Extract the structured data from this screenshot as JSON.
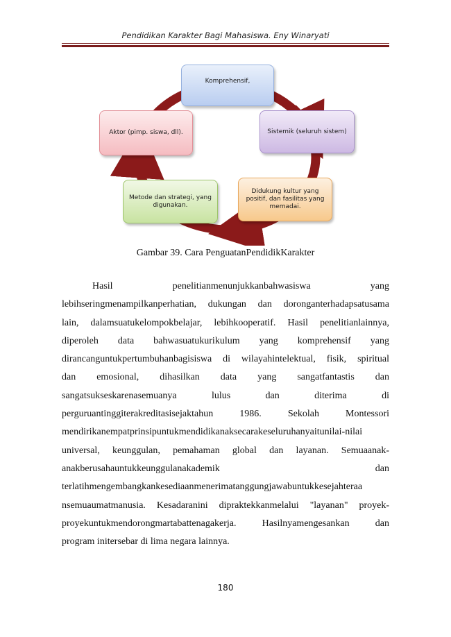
{
  "header": {
    "running_title": "Pendidikan Karakter Bagi Mahasiswa. Eny Winaryati"
  },
  "figure": {
    "nodes": [
      {
        "id": "komprehensif",
        "label": "Komprehensif,"
      },
      {
        "id": "sistemik",
        "label": "Sistemik (seluruh sistem)"
      },
      {
        "id": "didukung",
        "label": "Didukung kultur yang positif, dan fasilitas yang memadai."
      },
      {
        "id": "metode",
        "label": "Metode dan strategi, yang digunakan."
      },
      {
        "id": "aktor",
        "label": "Aktor (pimp. siswa, dll)."
      }
    ],
    "colors": {
      "cycle_arrow": "#8b1a1a",
      "komprehensif": "#b9cdf0",
      "sistemik": "#cdb9e3",
      "didukung": "#f7c98c",
      "metode": "#c8e3a1",
      "aktor": "#f5bcc1"
    },
    "caption": "Gambar  39.  Cara PenguatanPendidikKarakter"
  },
  "body": {
    "lines": [
      "Hasil penelitianmenunjukkanbahwasiswa yang",
      "lebihseringmenampilkanperhatian, dukungan dan doronganterhadapsatusama",
      "lain, dalamsuatukelompokbelajar,  lebihkooperatif. Hasil penelitianlainnya,",
      "diperoleh data bahwasuatukurikulum yang komprehensif yang",
      "dirancanguntukpertumbuhanbagisiswa di wilayahintelektual, fisik, spiritual",
      "dan emosional, dihasilkan data yang sangatfantastis dan",
      "sangatsukseskarenasemuanya lulus dan diterima di",
      "perguruantinggiterakreditasisejaktahun 1986. Sekolah Montessori",
      "mendirikanempatprinsipuntukmendidikanaksecarakeseluruhanyaitunilai-nilai",
      "universal, keunggulan, pemahaman global dan layanan. Semuaanak-",
      "anakberusahauntukkeunggulanakademik dan",
      "terlatihmengembangkankesediaanmenerimatanggungjawabuntukkesejahteraa",
      "nsemuaumatmanusia. Kesadaranini dipraktekkanmelalui \"layanan\" proyek-",
      "proyekuntukmendorongmartabattenagakerja. Hasilnyamengesankan dan",
      "program initersebar di lima negara lainnya."
    ]
  },
  "footer": {
    "page_number": "180"
  }
}
